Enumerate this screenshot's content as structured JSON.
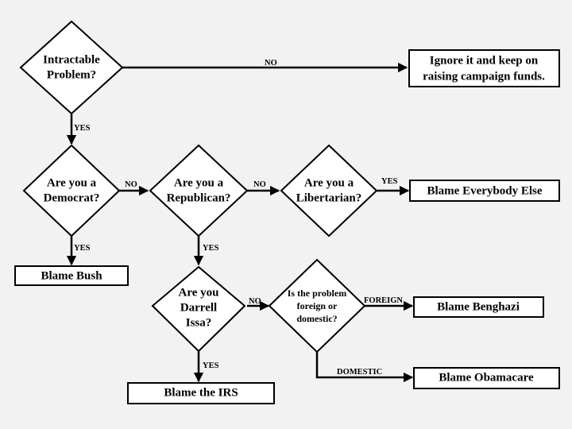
{
  "nodes": {
    "intractable": {
      "lines": [
        "Intractable",
        "Problem?"
      ]
    },
    "ignore": {
      "lines": [
        "Ignore it and keep on",
        "raising campaign funds."
      ]
    },
    "democrat": {
      "lines": [
        "Are you a",
        "Democrat?"
      ]
    },
    "republican": {
      "lines": [
        "Are you a",
        "Republican?"
      ]
    },
    "libertarian": {
      "lines": [
        "Are you a",
        "Libertarian?"
      ]
    },
    "blame_everybody": {
      "lines": [
        "Blame Everybody Else"
      ]
    },
    "blame_bush": {
      "lines": [
        "Blame Bush"
      ]
    },
    "issa": {
      "lines": [
        "Are you",
        "Darrell",
        "Issa?"
      ]
    },
    "foreign_domestic": {
      "lines": [
        "Is the problem",
        "foreign or",
        "domestic?"
      ]
    },
    "blame_benghazi": {
      "lines": [
        "Blame Benghazi"
      ]
    },
    "blame_irs": {
      "lines": [
        "Blame the IRS"
      ]
    },
    "blame_obamacare": {
      "lines": [
        "Blame Obamacare"
      ]
    }
  },
  "edges": {
    "intractable_no": "NO",
    "intractable_yes": "YES",
    "democrat_no": "NO",
    "democrat_yes": "YES",
    "republican_no": "NO",
    "republican_yes": "YES",
    "libertarian_yes": "YES",
    "issa_no": "NO",
    "issa_yes": "YES",
    "foreign": "FOREIGN",
    "domestic": "DOMESTIC"
  }
}
